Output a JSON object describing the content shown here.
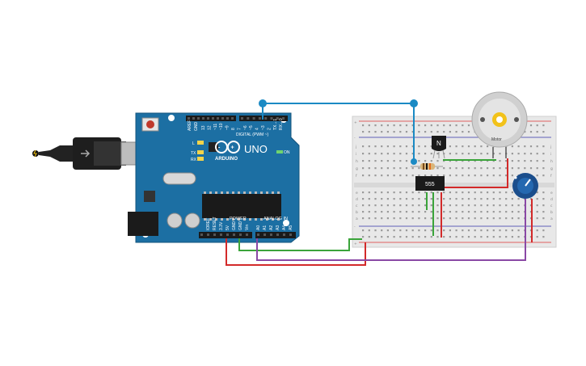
{
  "arduino": {
    "model": "UNO",
    "brand": "ARDUINO",
    "digital_header_label": "DIGITAL (PWM ~)",
    "power_label": "POWER",
    "analog_label": "ANALOG IN",
    "on_label": "ON",
    "tx_label": "TX",
    "rx_label": "RX",
    "l_label": "L",
    "aref_label": "AREF",
    "gnd_label": "GND",
    "digital_pins": [
      "13",
      "12",
      "~11",
      "~10",
      "~9",
      "8",
      "7",
      "~6",
      "~5",
      "4",
      "~3",
      "2",
      "TX→1",
      "RX←0"
    ],
    "power_pins": [
      "IOREF",
      "RESET",
      "3.3V",
      "5V",
      "GND",
      "GND",
      "Vin"
    ],
    "analog_pins": [
      "A0",
      "A1",
      "A2",
      "A3",
      "A4",
      "A5"
    ]
  },
  "breadboard": {
    "row_letters_top": [
      "j",
      "i",
      "h",
      "g",
      "f"
    ],
    "row_letters_bottom": [
      "e",
      "d",
      "c",
      "b",
      "a"
    ],
    "plus": "+",
    "minus": "-"
  },
  "components": {
    "ic_label": "555",
    "transistor_label": "N",
    "motor_label": "Motor"
  },
  "colors": {
    "arduino_board": "#1c6fa3",
    "breadboard": "#e8e8e8",
    "wire_blue": "#1b8ac4",
    "wire_green": "#3aa43a",
    "wire_red": "#d32a2a",
    "wire_purple": "#8a48a5"
  }
}
